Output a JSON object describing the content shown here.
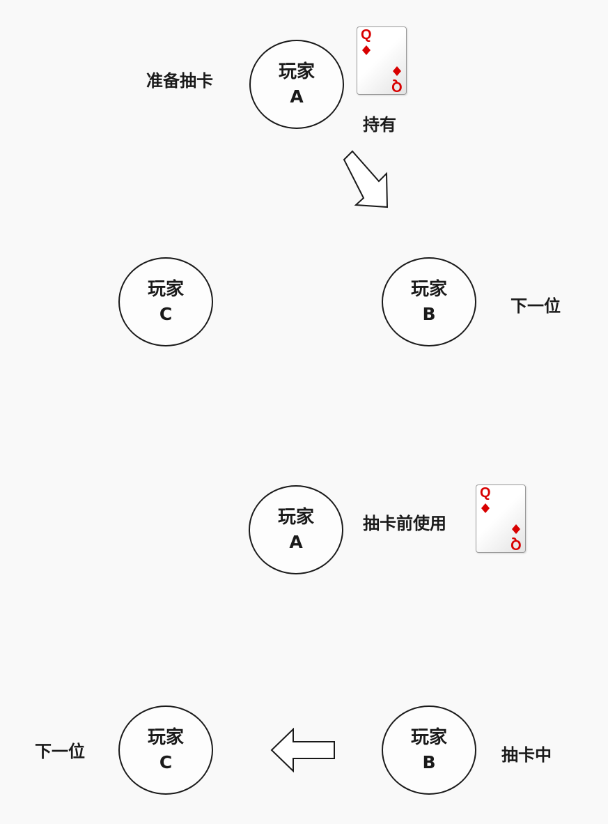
{
  "scene1": {
    "player_a": {
      "name": "玩家",
      "letter": "A"
    },
    "player_b": {
      "name": "玩家",
      "letter": "B"
    },
    "player_c": {
      "name": "玩家",
      "letter": "C"
    },
    "label_a": "准备抽卡",
    "label_card": "持有",
    "label_b": "下一位",
    "card": {
      "rank": "Q",
      "suit": "diamond"
    }
  },
  "scene2": {
    "player_a": {
      "name": "玩家",
      "letter": "A"
    },
    "player_b": {
      "name": "玩家",
      "letter": "B"
    },
    "player_c": {
      "name": "玩家",
      "letter": "C"
    },
    "label_a": "抽卡前使用",
    "label_b": "抽卡中",
    "label_c": "下一位",
    "card": {
      "rank": "Q",
      "suit": "diamond"
    }
  },
  "colors": {
    "card_red": "#d80000",
    "outline": "#1a1a1a"
  }
}
